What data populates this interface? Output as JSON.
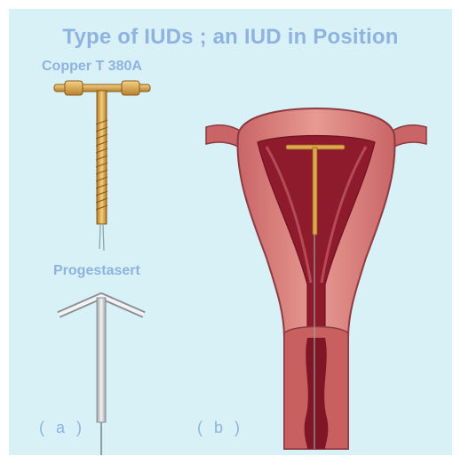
{
  "title": "Type of IUDs ; an IUD in Position",
  "labels": {
    "copper": "Copper T 380A",
    "progestasert": "Progestasert",
    "panel_a": "( a )",
    "panel_b": "( b )"
  },
  "colors": {
    "background": "#d7f1f7",
    "text": "#8fb2df",
    "copper": "#e0a84e",
    "uterus_outer": "#d97f7c",
    "uterus_inner": "#8e1b2c"
  }
}
